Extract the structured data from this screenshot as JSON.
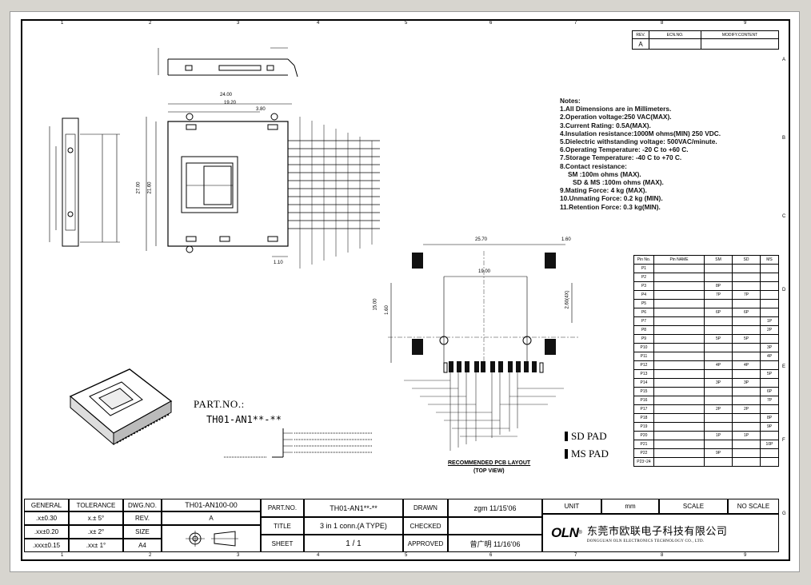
{
  "revision_table": {
    "headers": [
      "REV.",
      "ECN.NO.",
      "MODIFY.CONTENT"
    ],
    "rev": "A"
  },
  "notes": {
    "title": "Notes:",
    "items": [
      "1.All Dimensions are in Millimeters.",
      "2.Operation voltage:250 VAC(MAX).",
      "3.Current Rating: 0.5A(MAX).",
      "4.Insulation resistance:1000M ohms(MIN) 250 VDC.",
      "5.Dielectric withstanding voltage: 500VAC/minute.",
      "6.Operating Temperature: -20 C to +60 C.",
      "7.Storage Temperature: -40 C to +70 C.",
      "8.Contact resistance:",
      "   SM :100m ohms (MAX).",
      "   SD & MS :100m ohms (MAX).",
      "9.Mating Force: 4 kg (MAX).",
      "10.Unmating Force: 0.2 kg (MIN).",
      "11.Retention Force: 0.3 kg(MIN)."
    ]
  },
  "part_no": {
    "label": "PART.NO.:",
    "value": "TH01-AN1**-**"
  },
  "legend": {
    "sd_pad": "SD PAD",
    "ms_pad": "MS PAD"
  },
  "pcb_layout": {
    "title": "RECOMMENDED PCB LAYOUT",
    "subtitle": "(TOP VIEW)",
    "dims": [
      "25.70",
      "1.60",
      "19.00",
      "15.00",
      "1.60",
      "2.60(4X)"
    ]
  },
  "top_view_dims": [
    "24.00",
    "19.20",
    "3.80",
    "27.00",
    "21.60",
    "1.10"
  ],
  "pin_table": {
    "header": [
      "Pin No.",
      "Pin NAME",
      "SM",
      "SD",
      "MS"
    ],
    "rows": [
      [
        "P1",
        "",
        "",
        "",
        ""
      ],
      [
        "P2",
        "",
        "",
        "",
        ""
      ],
      [
        "P3",
        "",
        "8P",
        "",
        ""
      ],
      [
        "P4",
        "",
        "7P",
        "7P",
        ""
      ],
      [
        "P5",
        "",
        "",
        "",
        ""
      ],
      [
        "P6",
        "",
        "6P",
        "6P",
        ""
      ],
      [
        "P7",
        "",
        "",
        "",
        "1P"
      ],
      [
        "P8",
        "",
        "",
        "",
        "2P"
      ],
      [
        "P9",
        "",
        "5P",
        "5P",
        ""
      ],
      [
        "P10",
        "",
        "",
        "",
        "3P"
      ],
      [
        "P11",
        "",
        "",
        "",
        "4P"
      ],
      [
        "P12",
        "",
        "4P",
        "4P",
        ""
      ],
      [
        "P13",
        "",
        "",
        "",
        "5P"
      ],
      [
        "P14",
        "",
        "3P",
        "3P",
        ""
      ],
      [
        "P15",
        "",
        "",
        "",
        "6P"
      ],
      [
        "P16",
        "",
        "",
        "",
        "7P"
      ],
      [
        "P17",
        "",
        "2P",
        "2P",
        ""
      ],
      [
        "P18",
        "",
        "",
        "",
        "8P"
      ],
      [
        "P19",
        "",
        "",
        "",
        "9P"
      ],
      [
        "P20",
        "",
        "1P",
        "1P",
        ""
      ],
      [
        "P21",
        "",
        "",
        "",
        "10P"
      ],
      [
        "P22",
        "",
        "9P",
        "",
        ""
      ],
      [
        "P23~24",
        "",
        "",
        "",
        ""
      ]
    ]
  },
  "title_block": {
    "general": "GENERAL",
    "tolerance": "TOLERANCE",
    "dwg_no_label": "DWG.NO.",
    "dwg_no": "TH01-AN100-00",
    "tol_rows": [
      [
        ".x±0.30",
        "x.± 5°"
      ],
      [
        ".xx±0.20",
        ".x± 2°"
      ],
      [
        ".xxx±0.15",
        ".xx± 1°"
      ]
    ],
    "rev_label": "REV.",
    "rev": "A",
    "size_label": "SIZE",
    "size": "A4",
    "part_no_label": "PART.NO.",
    "part_no": "TH01-AN1**-**",
    "title_label": "TITLE",
    "title": "3 in 1 conn.(A TYPE)",
    "sheet_label": "SHEET",
    "sheet": "1 / 1",
    "drawn_label": "DRAWN",
    "drawn": "zgm 11/15'06",
    "checked_label": "CHECKED",
    "checked": "",
    "approved_label": "APPROVED",
    "approved": "曾广明 11/16'06",
    "unit_label": "UNIT",
    "unit": "mm",
    "scale_label": "SCALE",
    "scale": "NO SCALE",
    "company_logo": "OLN",
    "company_cn": "东莞市欧联电子科技有限公司",
    "company_en": "DONGGUAN OLN ELECTRONICS TECHNOLOGY CO., LTD."
  },
  "border": {
    "columns": [
      "1",
      "2",
      "3",
      "4",
      "5",
      "6",
      "7",
      "8",
      "9"
    ],
    "rows": [
      "A",
      "B",
      "C",
      "D",
      "E",
      "F",
      "G"
    ]
  }
}
